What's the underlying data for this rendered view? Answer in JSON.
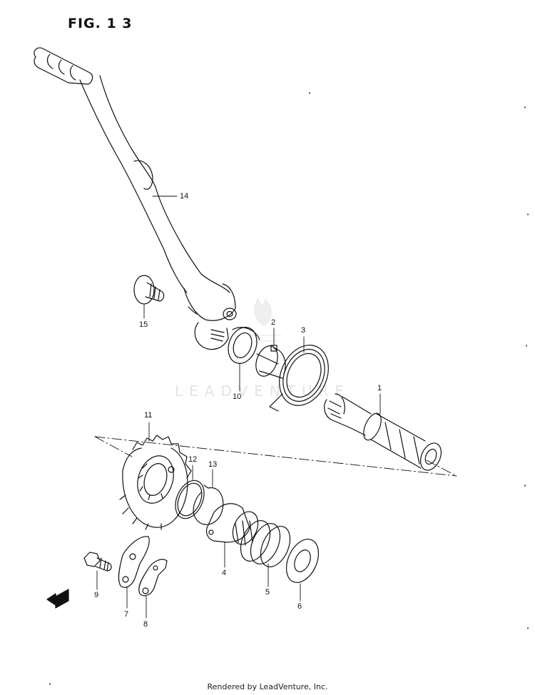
{
  "figure": {
    "title": "FIG. 1 3"
  },
  "callouts": {
    "c1": "1",
    "c2": "2",
    "c3": "3",
    "c4": "4",
    "c5": "5",
    "c6": "6",
    "c7": "7",
    "c8": "8",
    "c9": "9",
    "c10": "10",
    "c11": "11",
    "c12": "12",
    "c13": "13",
    "c14": "14",
    "c15": "15"
  },
  "fwd_indicator": {
    "label": "FWD"
  },
  "watermark": {
    "text": "LEADVENTURE"
  },
  "footer": {
    "text": "Rendered by LeadVenture, Inc."
  },
  "colors": {
    "line": "#111111",
    "background": "#ffffff",
    "watermark": "#e4e4e4"
  }
}
